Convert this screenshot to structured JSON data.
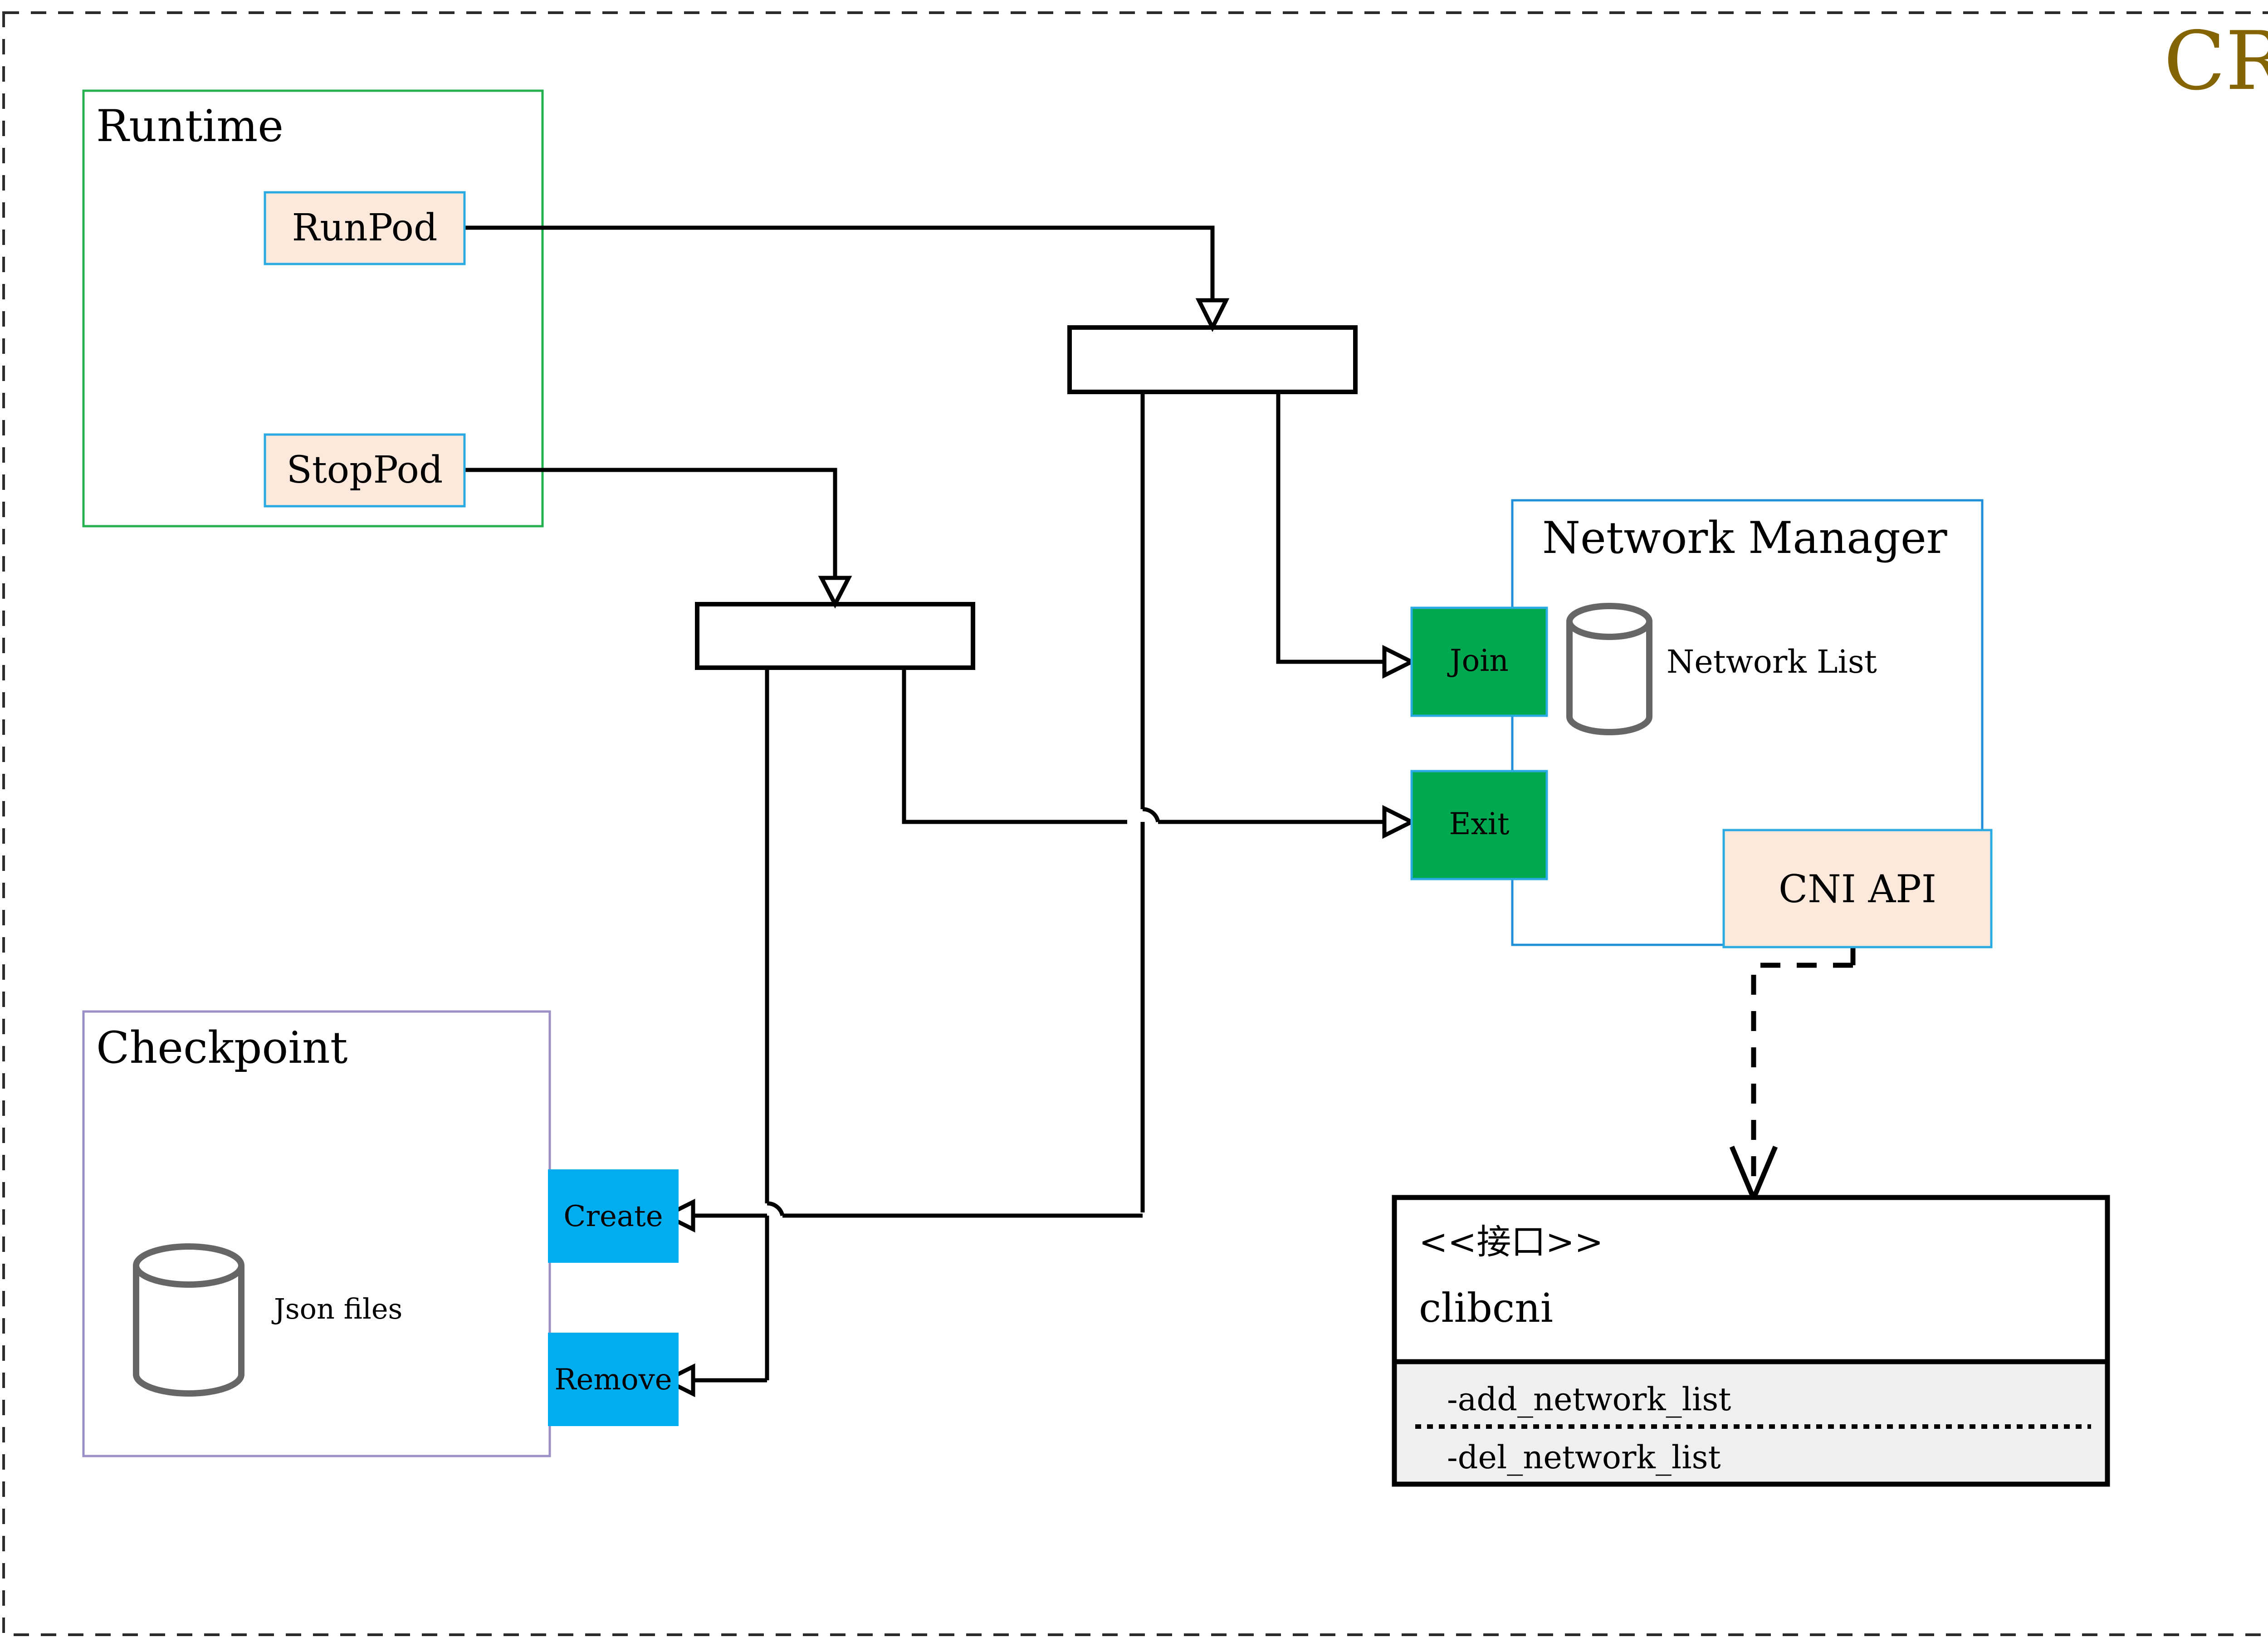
{
  "title": {
    "text": "CRI",
    "color": "#856404"
  },
  "frame": {
    "style": "dashed",
    "color": "#2b2b2b"
  },
  "palette": {
    "runtime_border": "#22b14c",
    "checkpoint_border": "#9b8ec4",
    "network_manager_border": "#1f8fd8",
    "peach_fill": "#fce9dc",
    "peach_border": "#29abe2",
    "green_fill": "#00a84f",
    "blue_fill": "#00aeef",
    "interface_compartment_fill": "#efefef",
    "line_color": "#000000",
    "cylinder_stroke": "#666666"
  },
  "groups": {
    "runtime": {
      "label": "Runtime"
    },
    "checkpoint": {
      "label": "Checkpoint"
    },
    "network_manager": {
      "label": "Network Manager"
    }
  },
  "runtime_ops": [
    {
      "label": "RunPod"
    },
    {
      "label": "StopPod"
    }
  ],
  "network_manager": {
    "title": "Network Manager",
    "store_label": "Network List",
    "ports": [
      {
        "label": "Join"
      },
      {
        "label": "Exit"
      }
    ],
    "api": {
      "label": "CNI API"
    }
  },
  "checkpoint": {
    "title": "Checkpoint",
    "store_label": "Json files",
    "ops": [
      {
        "label": "Create"
      },
      {
        "label": "Remove"
      }
    ]
  },
  "interface_box": {
    "stereotype": "<<接口>>",
    "name": "clibcni",
    "methods": [
      {
        "label": "-add_network_list"
      },
      {
        "label": "-del_network_list"
      }
    ]
  }
}
